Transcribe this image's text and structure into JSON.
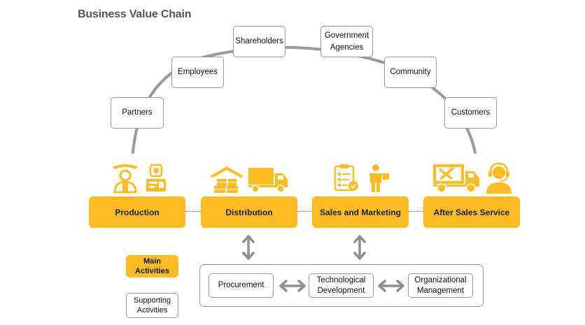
{
  "title": "Business Value Chain",
  "stakeholders": [
    {
      "label": "Partners"
    },
    {
      "label": "Employees"
    },
    {
      "label": "Shareholders"
    },
    {
      "label": "Government\nAgencies"
    },
    {
      "label": "Community"
    },
    {
      "label": "Customers"
    }
  ],
  "main_activities": [
    {
      "label": "Production",
      "icons": [
        "mining-worker-icon",
        "worker-badge-icon"
      ]
    },
    {
      "label": "Distribution",
      "icons": [
        "warehouse-boxes-icon",
        "delivery-truck-icon"
      ]
    },
    {
      "label": "Sales and Marketing",
      "icons": [
        "checklist-clipboard-icon",
        "salesperson-icon"
      ]
    },
    {
      "label": "After Sales Service",
      "icons": [
        "service-truck-tools-icon",
        "support-agent-headset-icon"
      ]
    }
  ],
  "supporting_activities": [
    {
      "label": "Procurement"
    },
    {
      "label": "Technological\nDevelopment"
    },
    {
      "label": "Organizational\nManagement"
    }
  ],
  "legend": {
    "main": "Main\nActivities",
    "supporting": "Supporting\nActivities"
  },
  "colors": {
    "accent": "#fdbd22",
    "arc": "#9a9a9a",
    "arrow": "#8f8f8f",
    "border": "#9a9a9a",
    "title": "#555555"
  }
}
